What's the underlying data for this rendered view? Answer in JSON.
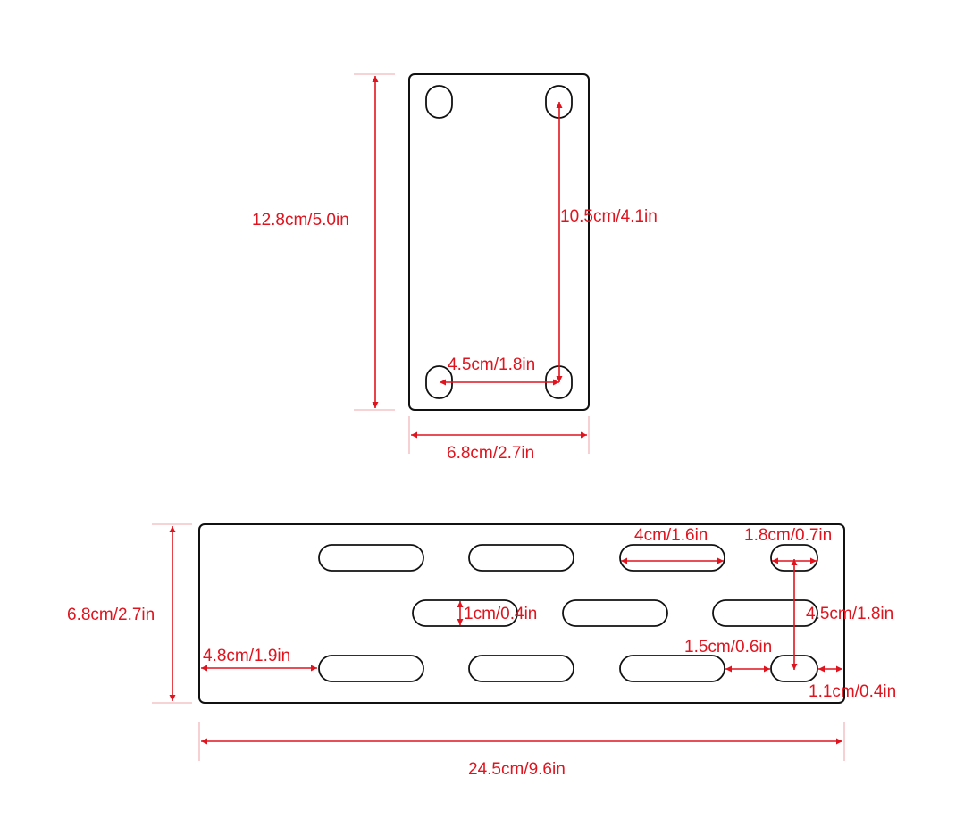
{
  "colors": {
    "outline": "#111111",
    "dimension": "#e0141e",
    "extension": "#e88a8f",
    "background": "#ffffff"
  },
  "small_plate": {
    "height_label": "12.8cm/5.0in",
    "width_label": "6.8cm/2.7in",
    "hole_vertical_label": "10.5cm/4.1in",
    "hole_horizontal_label": "4.5cm/1.8in"
  },
  "large_plate": {
    "height_label": "6.8cm/2.7in",
    "width_label": "24.5cm/9.6in",
    "slot_length_label": "4cm/1.6in",
    "short_slot_length_label": "1.8cm/0.7in",
    "slot_width_label": "1cm/0.4in",
    "row_spacing_label": "4.5cm/1.8in",
    "edge_offset_label": "4.8cm/1.9in",
    "slot_gap_label": "1.5cm/0.6in",
    "end_margin_label": "1.1cm/0.4in"
  }
}
